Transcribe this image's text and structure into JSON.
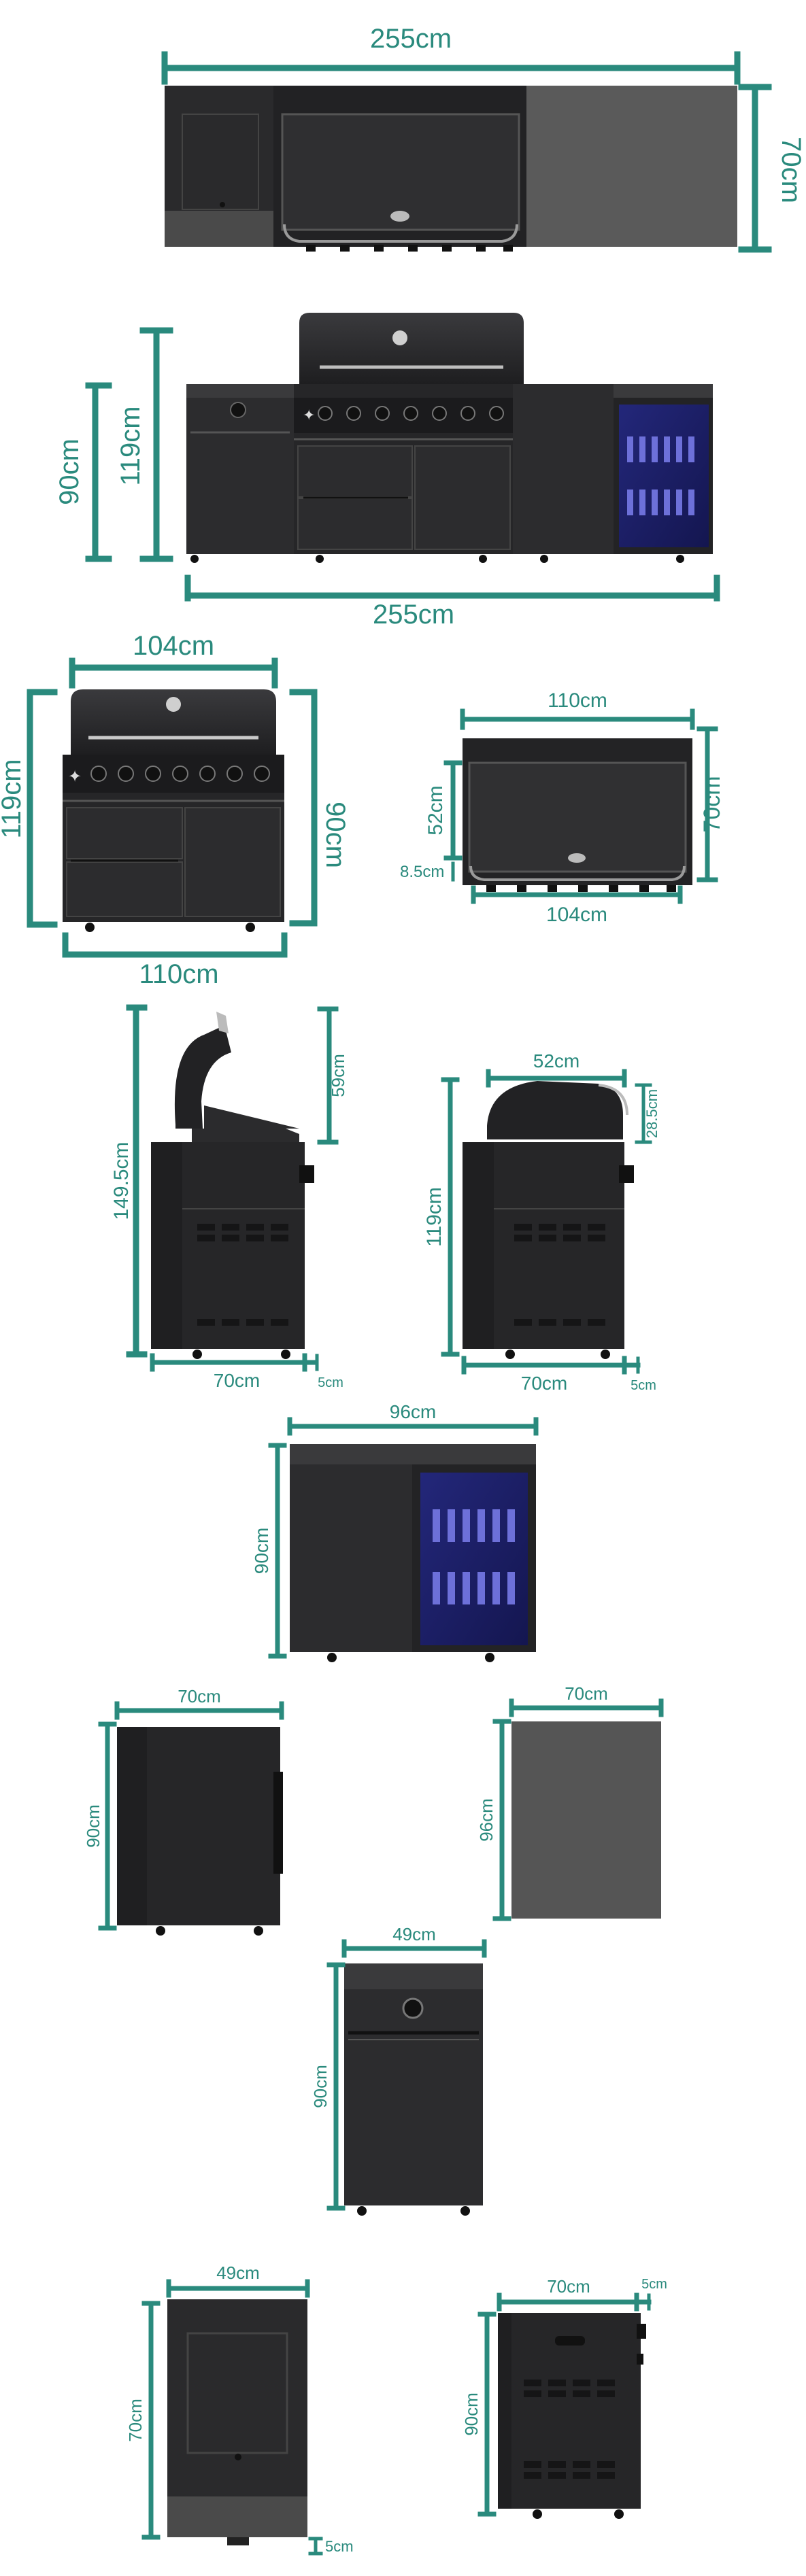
{
  "colors": {
    "dimension_line": "#2a8a7d",
    "cabinet_body": "#2c2c2e",
    "cabinet_dark": "#1f1f21",
    "stone_top": "#555555",
    "fridge_glass": "#1c1f6b",
    "bottles": "#6d70d9",
    "background": "#ffffff"
  },
  "icons": [
    "knob-icon",
    "flame-logo-icon",
    "thermometer-icon",
    "wheel-icon",
    "handle-icon",
    "vent-icon",
    "bottle-icon"
  ],
  "views": {
    "top_full": {
      "width": "255cm",
      "depth": "70cm"
    },
    "front_full": {
      "height_lid": "119cm",
      "height_bench": "90cm",
      "width": "255cm"
    },
    "bbq_front": {
      "lid_width": "104cm",
      "height_lid": "119cm",
      "height_bench": "90cm",
      "width": "110cm"
    },
    "bbq_top": {
      "width": "110cm",
      "depth_hood": "52cm",
      "depth": "70cm",
      "front_offset": "8.5cm",
      "inner_width": "104cm"
    },
    "side_open": {
      "height": "149.5cm",
      "lid_height": "59cm",
      "depth": "70cm",
      "overhang": "5cm"
    },
    "side_closed": {
      "hood_depth": "52cm",
      "lid_height": "28.5cm",
      "height": "119cm",
      "depth": "70cm",
      "overhang": "5cm"
    },
    "fridge_unit": {
      "width": "96cm",
      "height": "90cm"
    },
    "cabinet_side": {
      "depth": "70cm",
      "height": "90cm"
    },
    "bench_top": {
      "depth": "70cm",
      "width": "96cm"
    },
    "side_burner": {
      "width": "49cm",
      "height": "90cm"
    },
    "burner_top": {
      "width": "49cm",
      "depth": "70cm",
      "base": "5cm"
    },
    "grill_side": {
      "depth": "70cm",
      "overhang": "5cm",
      "height": "90cm"
    }
  }
}
